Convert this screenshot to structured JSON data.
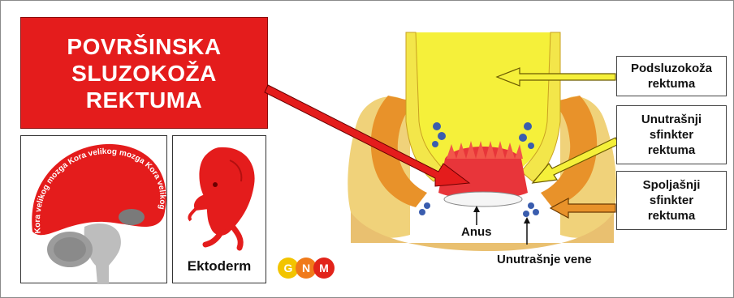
{
  "title": {
    "lines": [
      "POVRŠINSKA",
      "SLUZOKOŽA",
      "REKTUMA"
    ]
  },
  "brain_text": "Kora velikog mozga Kora velikog mozga Kora velikog mozga",
  "embryo_label": "Ektoderm",
  "logo": {
    "letters": [
      "G",
      "N",
      "M"
    ],
    "colors": [
      "#f2c400",
      "#f07a1a",
      "#e2231a"
    ]
  },
  "labels": {
    "submucosa": [
      "Podsluzokoža",
      "rektuma"
    ],
    "internal_sphincter": [
      "Unutrašnji",
      "sfinkter",
      "rektuma"
    ],
    "external_sphincter": [
      "Spoljašnji",
      "sfinkter",
      "rektuma"
    ],
    "anus": "Anus",
    "internal_veins": "Unutrašnje vene"
  },
  "colors": {
    "red": "#e41c1c",
    "yellow": "#f5f03a",
    "orange": "#e8922a",
    "vein": "#3a5dae"
  }
}
